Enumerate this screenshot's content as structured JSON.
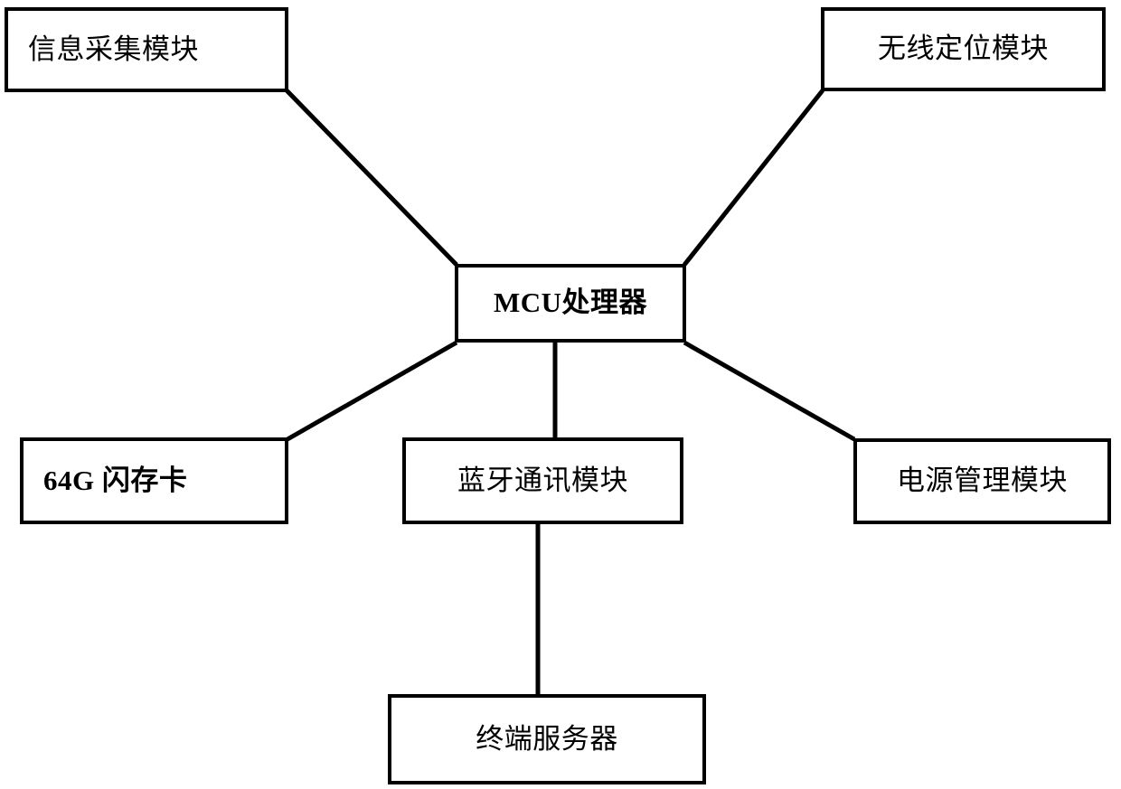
{
  "diagram": {
    "type": "block-diagram",
    "title": "",
    "background_color": "#ffffff",
    "line_color": "#000000",
    "box_border_color": "#000000",
    "box_fill_color": "#ffffff",
    "nodes": [
      {
        "id": "info-collect",
        "label": "信息采集模块",
        "label_align": "left"
      },
      {
        "id": "wireless-loc",
        "label": "无线定位模块",
        "label_align": "center"
      },
      {
        "id": "mcu",
        "label": "MCU处理器",
        "label_align": "center"
      },
      {
        "id": "flash-card",
        "label": "64G 闪存卡",
        "label_align": "left"
      },
      {
        "id": "bluetooth",
        "label": "蓝牙通讯模块",
        "label_align": "center"
      },
      {
        "id": "power-mgmt",
        "label": "电源管理模块",
        "label_align": "center"
      },
      {
        "id": "terminal-server",
        "label": "终端服务器",
        "label_align": "center"
      }
    ],
    "edges": [
      {
        "from": "info-collect",
        "to": "mcu",
        "style": "diagonal"
      },
      {
        "from": "wireless-loc",
        "to": "mcu",
        "style": "diagonal"
      },
      {
        "from": "flash-card",
        "to": "mcu",
        "style": "diagonal"
      },
      {
        "from": "power-mgmt",
        "to": "mcu",
        "style": "diagonal"
      },
      {
        "from": "mcu",
        "to": "bluetooth",
        "style": "vertical"
      },
      {
        "from": "bluetooth",
        "to": "terminal-server",
        "style": "vertical"
      }
    ]
  }
}
